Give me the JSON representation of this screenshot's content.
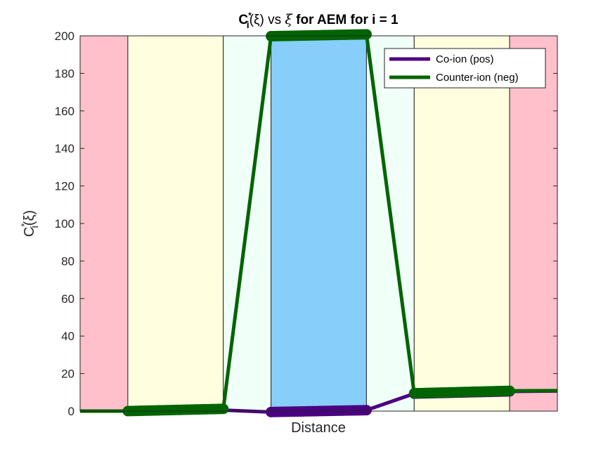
{
  "chart_data": {
    "type": "line",
    "title": {
      "main": "C",
      "sup": "*",
      "sub": "i",
      "rest1": "(ξ) vs ",
      "xi": "ξ",
      "rest2": " for AEM for i = 1"
    },
    "xlabel": "Distance",
    "ylabel": {
      "main": "C",
      "sup": "*",
      "sub": "i",
      "rest": "(ξ)"
    },
    "ylim": [
      0,
      200
    ],
    "xlim": [
      0,
      10
    ],
    "yticks": [
      "0",
      "20",
      "40",
      "60",
      "80",
      "100",
      "120",
      "140",
      "160",
      "180",
      "200"
    ],
    "grid": false,
    "legend_position": "top-right",
    "regions": [
      {
        "from": 0,
        "to": 1,
        "color": "#ffc0cb"
      },
      {
        "from": 1,
        "to": 3,
        "color": "#ffffe0"
      },
      {
        "from": 3,
        "to": 4,
        "color": "#f0fff8"
      },
      {
        "from": 4,
        "to": 6,
        "color": "#87cefa"
      },
      {
        "from": 6,
        "to": 7,
        "color": "#f0fff8"
      },
      {
        "from": 7,
        "to": 9,
        "color": "#ffffe0"
      },
      {
        "from": 9,
        "to": 10,
        "color": "#ffc0cb"
      }
    ],
    "series": [
      {
        "name": "Co-ion (pos)",
        "color": "#4b0082",
        "x": [
          0,
          1,
          3,
          4,
          6,
          7,
          9,
          10
        ],
        "y": [
          0,
          0,
          0.5,
          -0.5,
          0.5,
          9.3,
          10.5,
          10.7
        ],
        "marker_segments": [
          [
            4,
            6
          ],
          [
            7,
            9
          ]
        ]
      },
      {
        "name": "Counter-ion (neg)",
        "color": "#006400",
        "x": [
          0,
          1,
          3,
          4,
          6,
          7,
          9,
          10
        ],
        "y": [
          0,
          0,
          1.2,
          199.8,
          200.8,
          9.5,
          10.8,
          10.9
        ],
        "marker_segments": [
          [
            1,
            3
          ],
          [
            4,
            6
          ],
          [
            7,
            9
          ]
        ]
      }
    ]
  }
}
